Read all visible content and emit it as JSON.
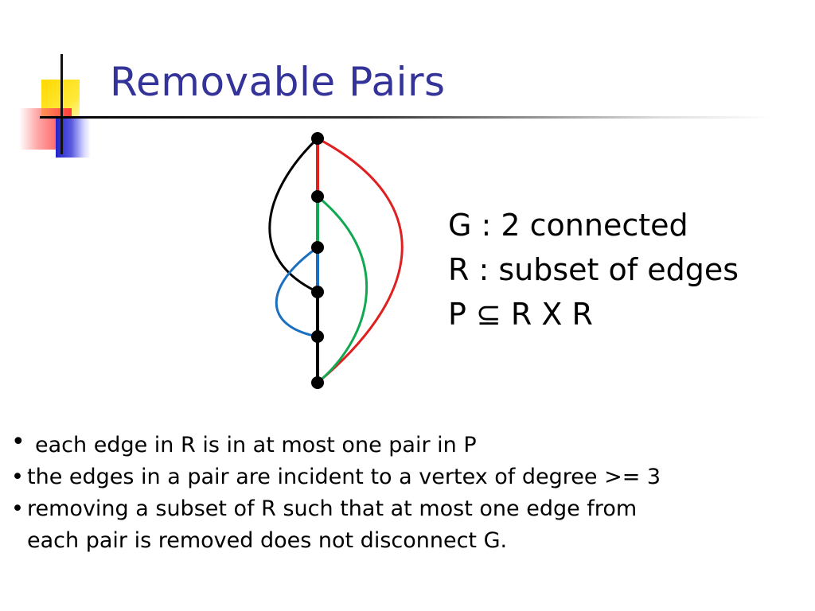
{
  "slide": {
    "title": "Removable Pairs"
  },
  "definitions": [
    "G : 2 connected",
    "R : subset of edges",
    "P ⊆ R X R"
  ],
  "bullets": [
    {
      "marker": "•",
      "text": "each edge in R is in at most one pair in P"
    },
    {
      "marker": "•",
      "text": "the edges in a pair are incident to a vertex of degree >= 3"
    },
    {
      "marker": "•",
      "text": "removing a subset of R such that at most one edge from"
    }
  ],
  "bullet_continuation": "each pair is removed does not disconnect G.",
  "colors": {
    "title": "#333399",
    "edge_black": "#000000",
    "edge_red": "#e02020",
    "edge_green": "#10a850",
    "edge_blue": "#1a6fc0"
  }
}
